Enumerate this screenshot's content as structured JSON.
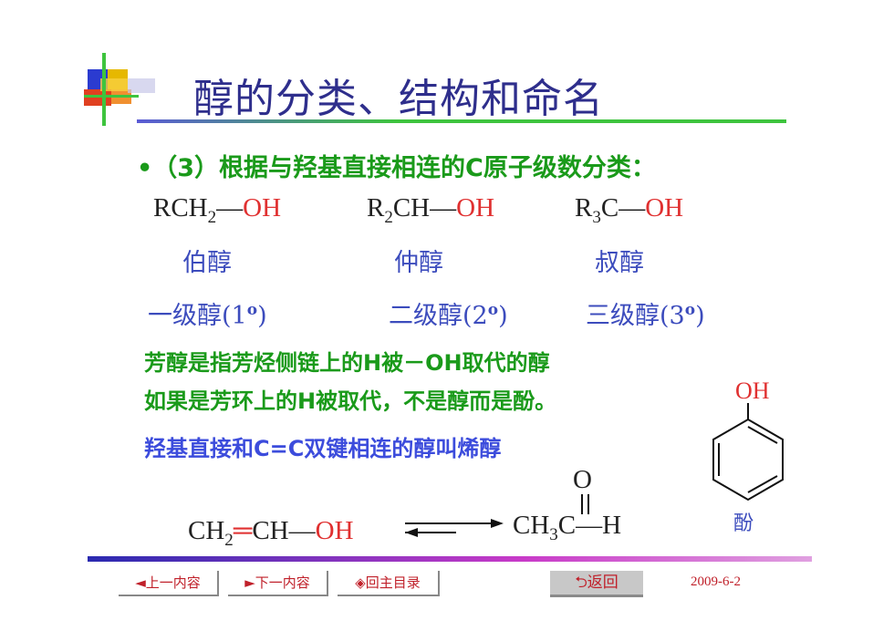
{
  "title": "醇的分类、结构和命名",
  "bullet": "•（3）根据与羟基直接相连的C原子级数分类：",
  "formulas": [
    {
      "pre": "RCH",
      "sub": "2",
      "post": "",
      "bond": "—",
      "oh": "OH"
    },
    {
      "pre": "R",
      "sub": "2",
      "post": "CH",
      "bond": "—",
      "oh": "OH"
    },
    {
      "pre": "R",
      "sub": "3",
      "post": "C",
      "bond": "—",
      "oh": "OH"
    }
  ],
  "class_names": [
    "伯醇",
    "仲醇",
    "叔醇"
  ],
  "degrees": [
    {
      "label": "一级醇(1",
      "mark": "o",
      "close": ")"
    },
    {
      "label": "二级醇(2",
      "mark": "o",
      "close": ")"
    },
    {
      "label": "三级醇(3",
      "mark": "o",
      "close": ")"
    }
  ],
  "notes": {
    "line1": "芳醇是指芳烃侧链上的H被－OH取代的醇",
    "line2": "如果是芳环上的H被取代，不是醇而是酚。",
    "line3": "羟基直接和C=C双键相连的醇叫烯醇"
  },
  "phenol": {
    "oh": "OH",
    "name": "酚"
  },
  "reaction": {
    "left_pre": "CH",
    "left_sub": "2",
    "double_bond": "═",
    "left_mid": "CH",
    "left_bond": "—",
    "left_oh": "OH",
    "right_pre": "CH",
    "right_sub": "3",
    "right_c": "C",
    "right_bond": "—",
    "right_h": "H",
    "right_o": "O"
  },
  "nav": {
    "prev": "◄上一内容",
    "next": "►下一内容",
    "home": "◈回主目录",
    "back": "⮌返回",
    "date": "2009-6-2"
  },
  "colors": {
    "title": "#2e2e8c",
    "green": "#1a9a1a",
    "blue": "#3c4cbd",
    "red": "#e03030"
  }
}
